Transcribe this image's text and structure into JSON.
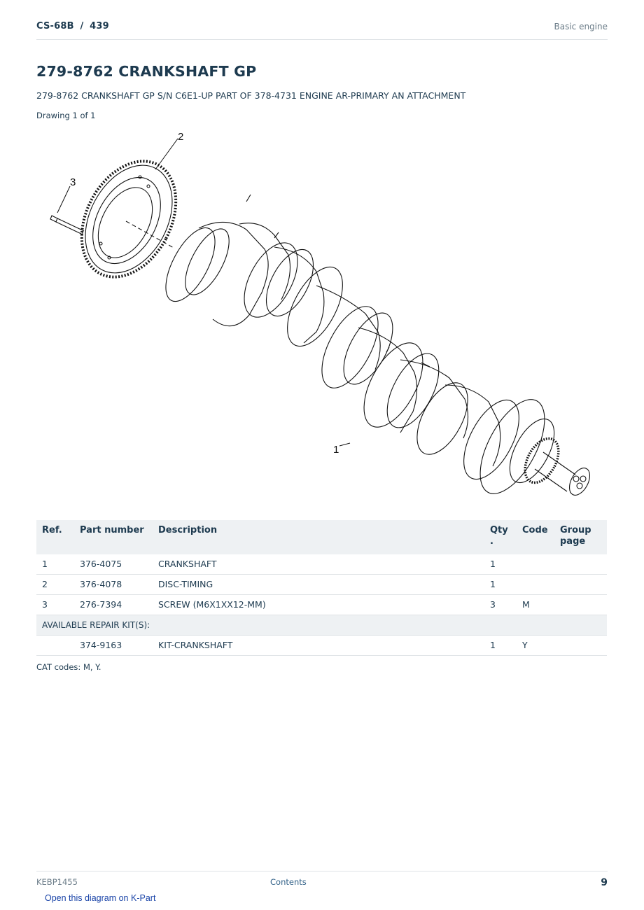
{
  "header": {
    "document": "CS-68B",
    "separator": "/",
    "page_ref": "439",
    "section": "Basic engine"
  },
  "title": "279-8762 CRANKSHAFT GP",
  "subtitle": "279-8762 CRANKSHAFT GP S/N C6E1-UP PART OF 378-4731 ENGINE AR-PRIMARY AN ATTACHMENT",
  "drawing_label": "Drawing 1 of 1",
  "diagram": {
    "callouts": [
      "1",
      "2",
      "3"
    ]
  },
  "table": {
    "headers": {
      "ref": "Ref.",
      "part_number": "Part number",
      "description": "Description",
      "qty": "Qty",
      "qty_dot": ".",
      "code": "Code",
      "group_page_1": "Group",
      "group_page_2": "page"
    },
    "rows": [
      {
        "ref": "1",
        "part_number": "376-4075",
        "description": "CRANKSHAFT",
        "qty": "1",
        "code": "",
        "group_page": ""
      },
      {
        "ref": "2",
        "part_number": "376-4078",
        "description": "DISC-TIMING",
        "qty": "1",
        "code": "",
        "group_page": ""
      },
      {
        "ref": "3",
        "part_number": "276-7394",
        "description": "SCREW (M6X1XX12-MM)",
        "qty": "3",
        "code": "M",
        "group_page": ""
      }
    ],
    "kit_header": "AVAILABLE REPAIR KIT(S):",
    "kit_rows": [
      {
        "ref": "",
        "part_number": "374-9163",
        "description": "KIT-CRANKSHAFT",
        "qty": "1",
        "code": "Y",
        "group_page": ""
      }
    ]
  },
  "cat_codes": "CAT codes: M, Y.",
  "footer": {
    "doc_id": "KEBP1455",
    "contents_link": "Contents",
    "page_number": "9"
  },
  "kpart_link": "Open this diagram on K-Part"
}
